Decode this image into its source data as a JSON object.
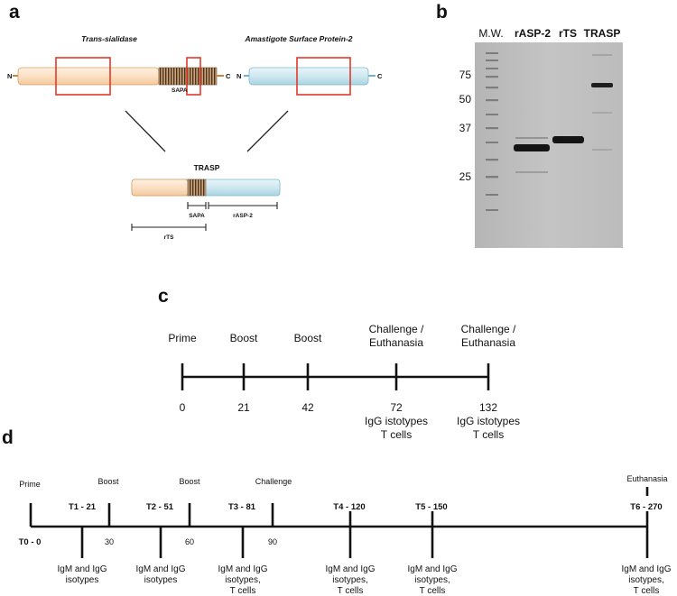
{
  "panels": {
    "a": "a",
    "b": "b",
    "c": "c",
    "d": "d"
  },
  "panel_a": {
    "ts_title": "Trans-sialidase",
    "asp2_title": "Amastigote Surface Protein-2",
    "n_left": "N",
    "c_left": "C",
    "n_right": "N",
    "c_right": "C",
    "sapa_label": "SAPA",
    "trasp_title": "TRASP",
    "trasp_sapa": "SAPA",
    "trasp_rasp2": "rASP-2",
    "trasp_rts": "rTS",
    "colors": {
      "ts_fill": "#fbe0c4",
      "asp_fill": "#cfe8f0",
      "stripe": "#6b4a2a",
      "highlight_box": "#e03a2a"
    }
  },
  "panel_b": {
    "lanes": [
      "M.W.",
      "rASP-2",
      "rTS",
      "TRASP"
    ],
    "mw_markers": [
      "75",
      "50",
      "37",
      "25"
    ]
  },
  "panel_c": {
    "events": [
      "Prime",
      "Boost",
      "Boost",
      "Challenge /",
      "Challenge /"
    ],
    "events_line2": [
      "",
      "",
      "",
      "Euthanasia",
      "Euthanasia"
    ],
    "days": [
      "0",
      "21",
      "42",
      "72",
      "132"
    ],
    "notes_line1": [
      "",
      "",
      "",
      "IgG istotypes",
      "IgG istotypes"
    ],
    "notes_line2": [
      "",
      "",
      "",
      "T cells",
      "T cells"
    ]
  },
  "panel_d": {
    "top_events": [
      "Prime",
      "Boost",
      "Boost",
      "Challenge",
      "Euthanasia"
    ],
    "bottom_days": [
      "30",
      "60",
      "90"
    ],
    "timepoints": [
      "T0 - 0",
      "T1 - 21",
      "T2 - 51",
      "T3 - 81",
      "T4 - 120",
      "T5 - 150",
      "T6 - 270"
    ],
    "sample_notes": [
      [
        "IgM and IgG",
        "isotypes"
      ],
      [
        "IgM and IgG",
        "isotypes"
      ],
      [
        "IgM and IgG",
        "isotypes,",
        "T cells"
      ],
      [
        "IgM and IgG",
        "isotypes,",
        "T cells"
      ],
      [
        "IgM and IgG",
        "isotypes,",
        "T cells"
      ],
      [
        "IgM and IgG",
        "isotypes,",
        "T cells"
      ]
    ]
  }
}
